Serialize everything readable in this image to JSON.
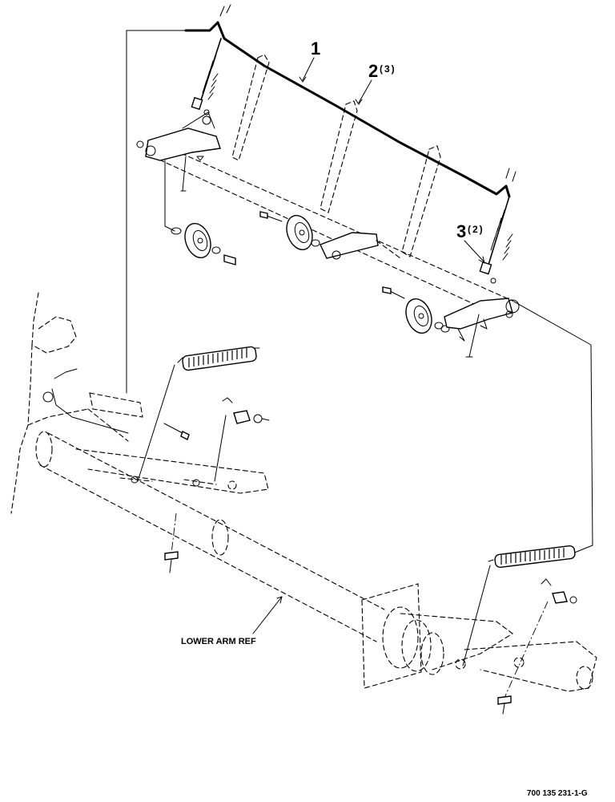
{
  "callouts": [
    {
      "number": "1",
      "qty": ""
    },
    {
      "number": "2",
      "qty": "(3)"
    },
    {
      "number": "3",
      "qty": "(2)"
    }
  ],
  "reference_label": "LOWER ARM REF",
  "figure_id": "700 135 231-1-G"
}
